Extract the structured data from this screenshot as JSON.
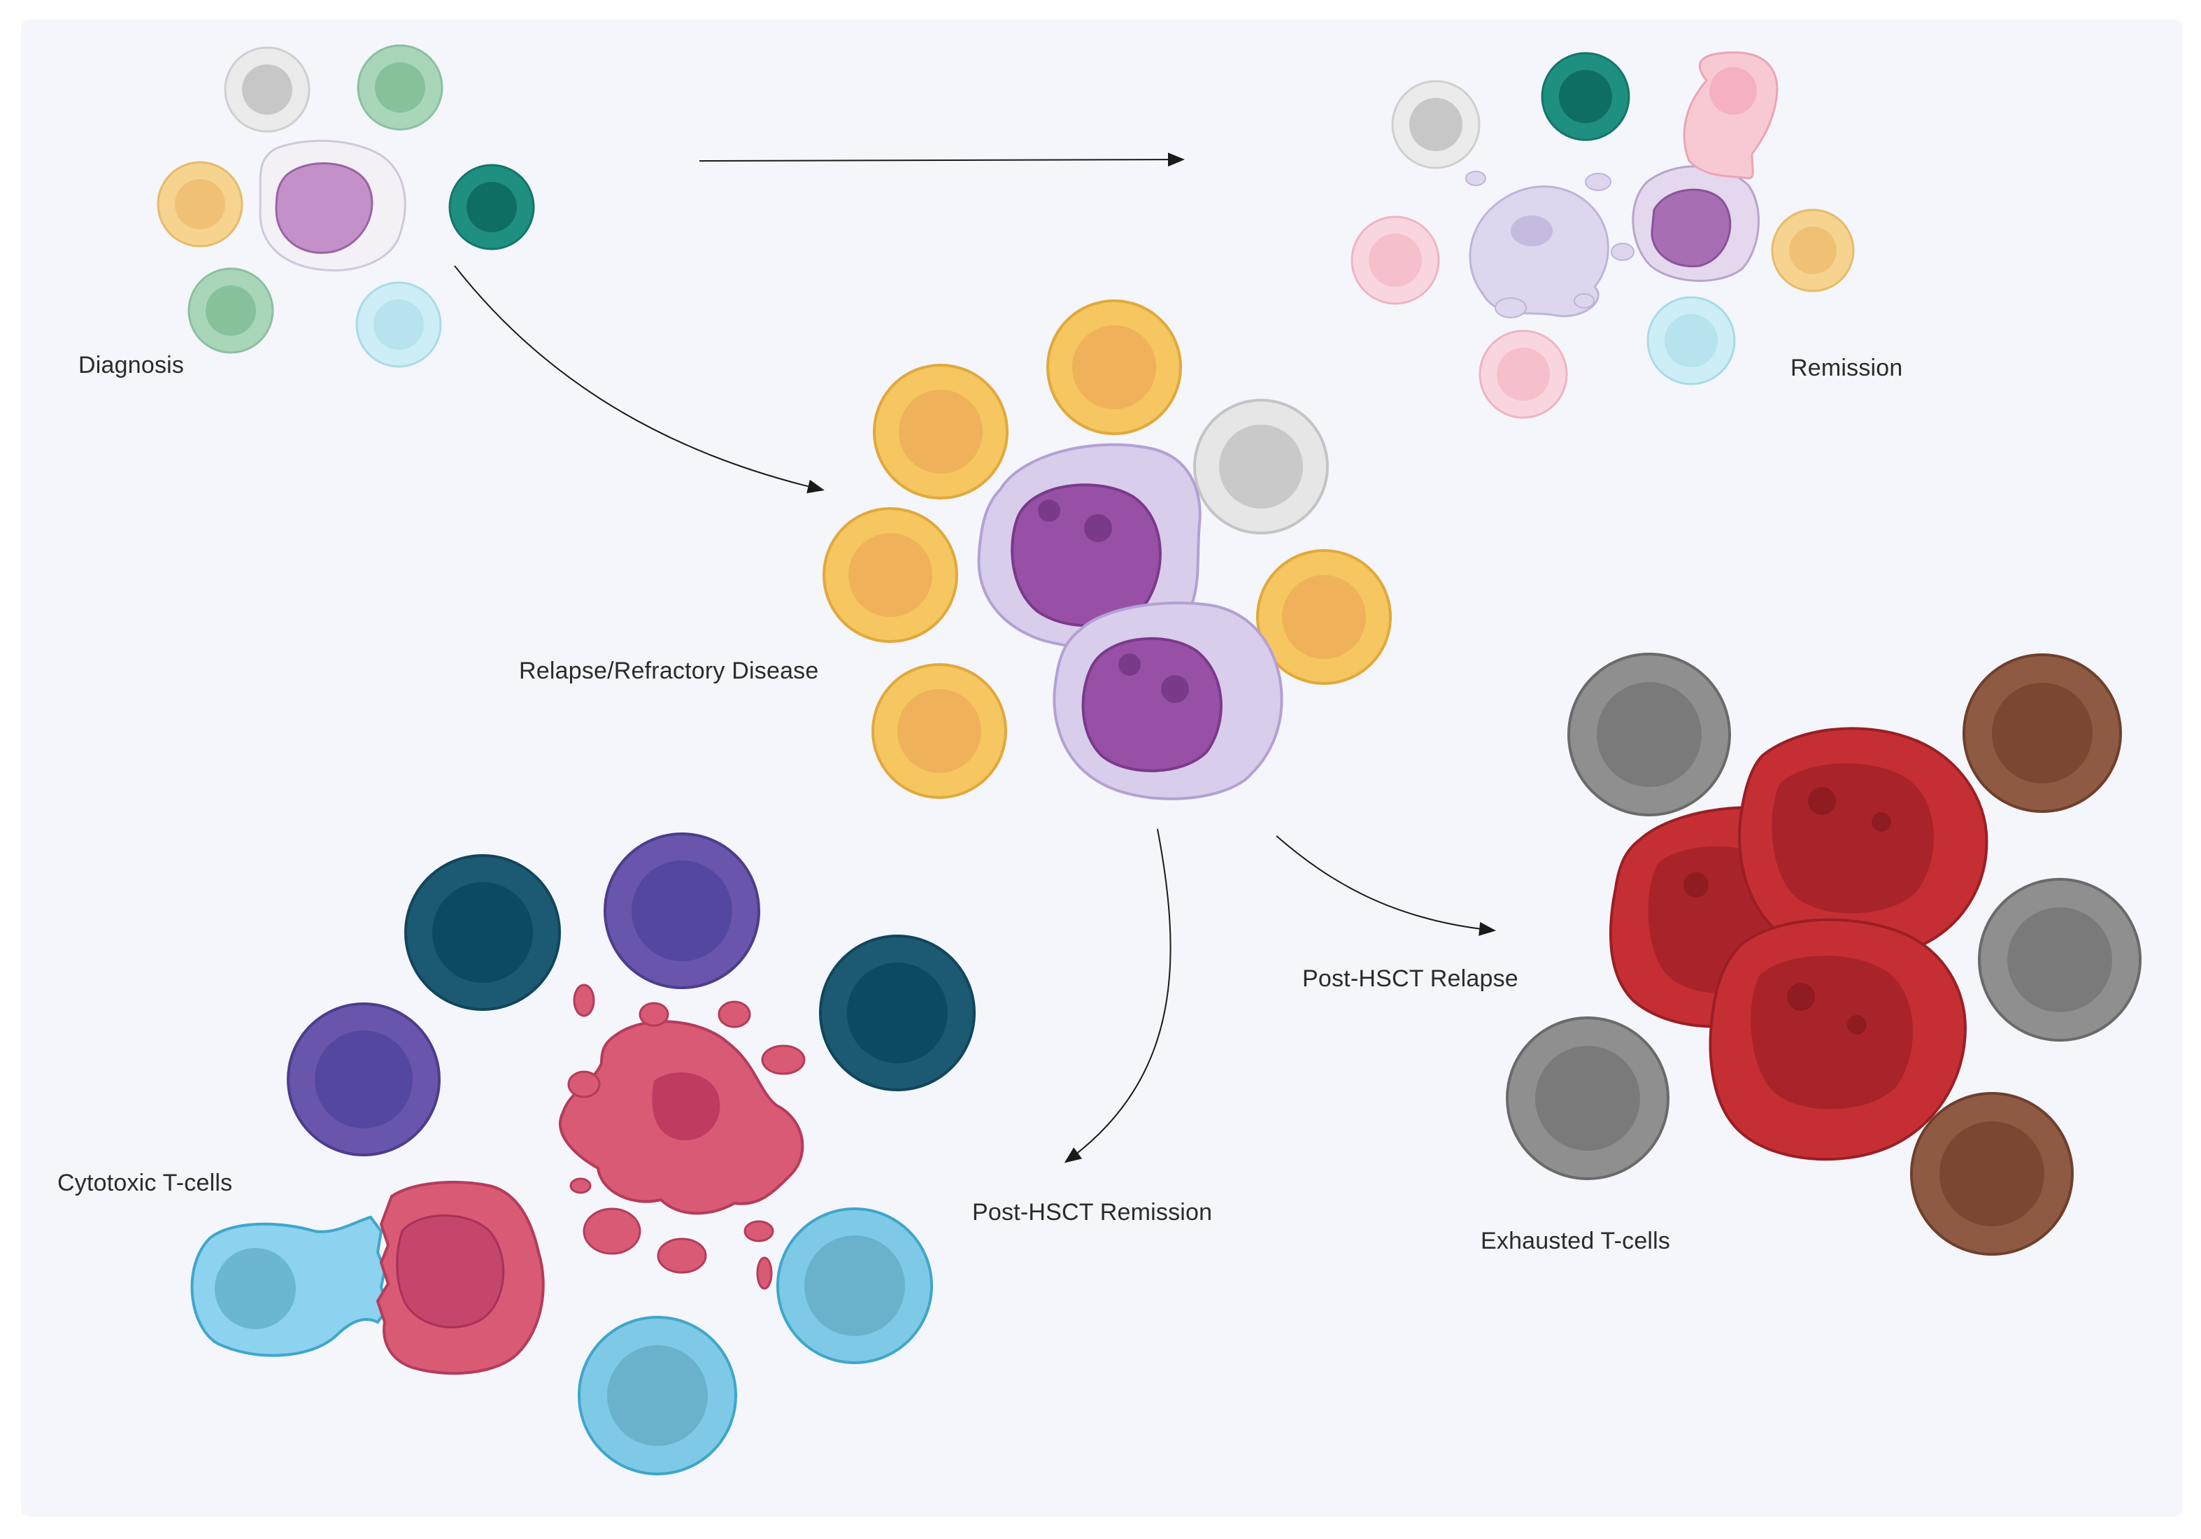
{
  "labels": {
    "diagnosis": "Diagnosis",
    "remission": "Remission",
    "relapse": "Relapse/Refractory Disease",
    "cytotoxic": "Cytotoxic T-cells",
    "post_hsct_remission": "Post-HSCT Remission",
    "post_hsct_relapse": "Post-HSCT Relapse",
    "exhausted": "Exhausted T-cells"
  },
  "colors": {
    "background_panel": "#f4f6fb",
    "arrow": "#1a1a1a",
    "blast_purple": "#a05fb0",
    "blast_red": "#b8282c",
    "blast_pink": "#d84a6f"
  }
}
